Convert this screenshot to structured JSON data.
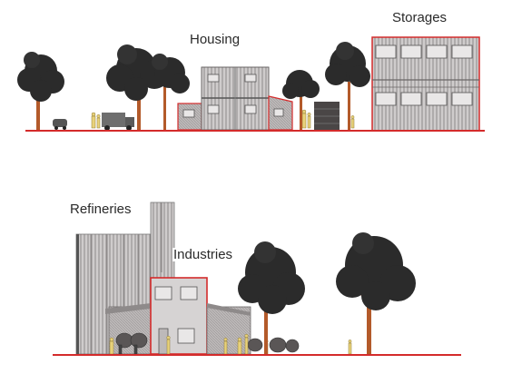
{
  "labels": {
    "housing": "Housing",
    "storages": "Storages",
    "refineries": "Refineries",
    "industries": "Industries"
  },
  "colors": {
    "ground": "#d42b2b",
    "tree_canopy": "#2b2b2b",
    "trunk": "#b35a2a",
    "building": "#c9c6c6",
    "people": "#e8d27a"
  }
}
